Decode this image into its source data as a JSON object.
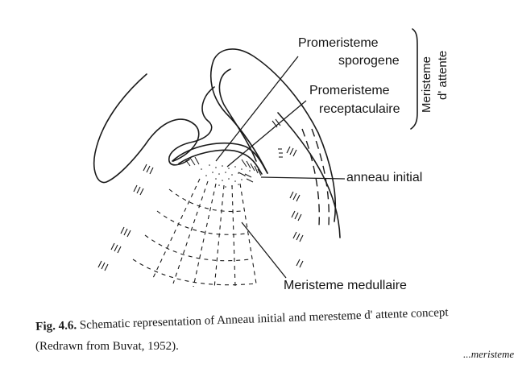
{
  "labels": {
    "promeristeme_sporogene_1": "Promeristeme",
    "promeristeme_sporogene_2": "sporogene",
    "promeristeme_receptaculaire_1": "Promeristeme",
    "promeristeme_receptaculaire_2": "receptaculaire",
    "meristeme_attente_1": "Meristeme",
    "meristeme_attente_2": "d' attente",
    "anneau_initial": "anneau initial",
    "meristeme_medullaire": "Meristeme medullaire"
  },
  "caption": {
    "fig_number": "Fig. 4.6.",
    "line1": " Schematic representation of Anneau initial and meresteme d' attente concept",
    "line2": "(Redrawn from Buvat, 1952).",
    "cut_text": "...meristeme"
  }
}
